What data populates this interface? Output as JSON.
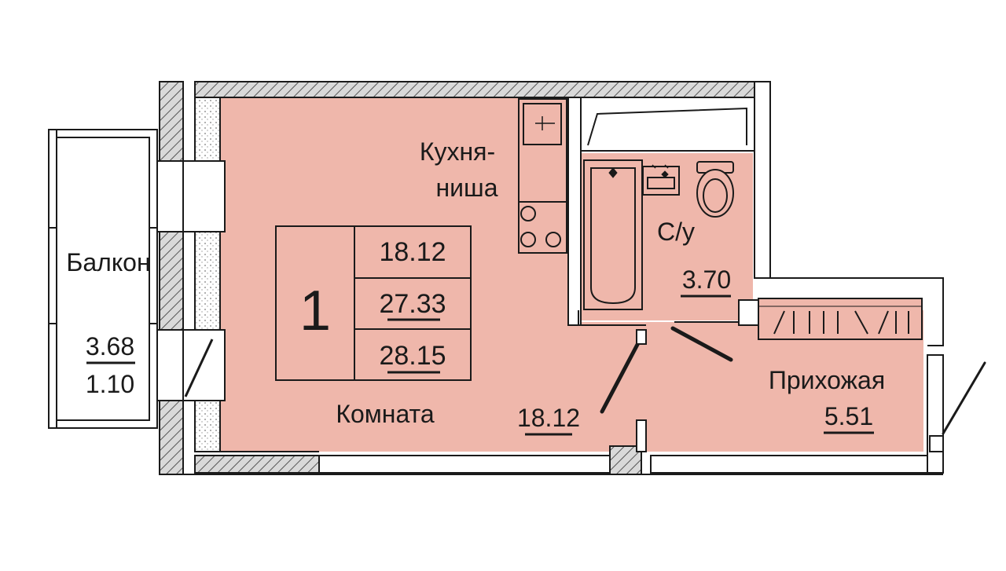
{
  "apartment": {
    "rooms_count": "1",
    "area_living": "18.12",
    "area_kitchen": "27.33",
    "area_total": "28.15"
  },
  "rooms": {
    "balcony": {
      "name": "Балкон",
      "area_num": "3.68",
      "area_den": "1.10"
    },
    "room": {
      "name": "Комната",
      "area": "18.12"
    },
    "kitchen": {
      "name_line1": "Кухня-",
      "name_line2": "ниша"
    },
    "bathroom": {
      "name": "С/у",
      "area": "3.70"
    },
    "hallway": {
      "name": "Прихожая",
      "area": "5.51"
    }
  },
  "colors": {
    "floor": "#efb7ab",
    "wall": "#cfcfcf",
    "line": "#1a1a1a",
    "background": "#ffffff"
  }
}
